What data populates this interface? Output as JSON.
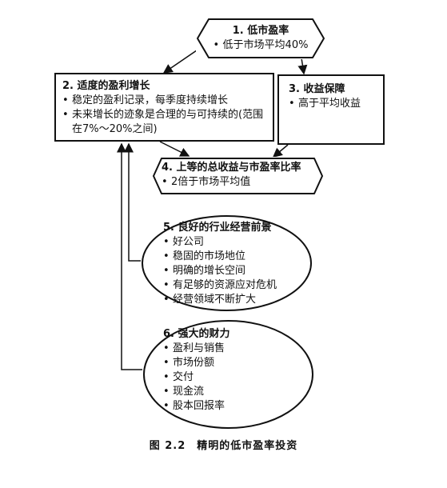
{
  "nodes": {
    "n1": {
      "title": "1. 低市盈率",
      "items": [
        "低于市场平均40%"
      ]
    },
    "n2": {
      "title": "2. 适度的盈利增长",
      "items": [
        "稳定的盈利记录，每季度持续增长",
        "未来增长的迹象是合理的与可持续的(范围在7%～20%之间)"
      ]
    },
    "n3": {
      "title": "3. 收益保障",
      "items": [
        "高于平均收益"
      ]
    },
    "n4": {
      "title": "4. 上等的总收益与市盈率比率",
      "items": [
        "2倍于市场平均值"
      ]
    },
    "n5": {
      "title": "5. 良好的行业经营前景",
      "items": [
        "好公司",
        "稳固的市场地位",
        "明确的增长空间",
        "有足够的资源应对危机",
        "经营领域不断扩大"
      ]
    },
    "n6": {
      "title": "6. 强大的财力",
      "items": [
        "盈利与销售",
        "市场份额",
        "交付",
        "现金流",
        "股本回报率"
      ]
    }
  },
  "caption": {
    "figure": "图 2.2",
    "text": "精明的低市盈率投资"
  }
}
